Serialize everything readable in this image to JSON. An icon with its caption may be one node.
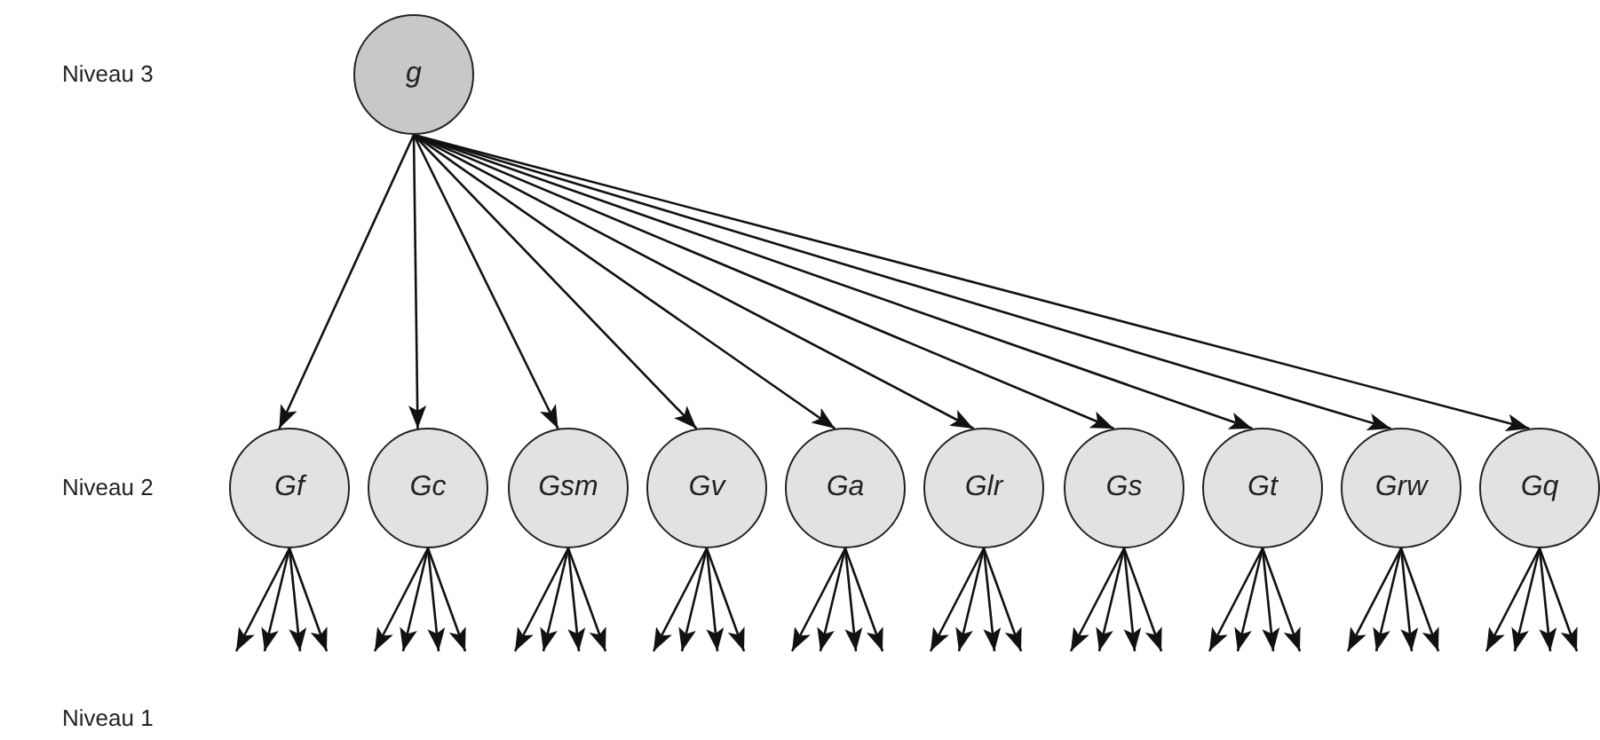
{
  "diagram": {
    "nodes": [
      {
        "text": [
          "g"
        ]
      },
      {
        "text": [
          "Gf"
        ]
      },
      {
        "text": [
          "Gc"
        ]
      },
      {
        "text": [
          "Gsm"
        ]
      },
      {
        "text": [
          "Gv"
        ]
      },
      {
        "text": [
          "Ga"
        ]
      },
      {
        "text": [
          "Glr"
        ]
      },
      {
        "text": [
          "Gs"
        ]
      },
      {
        "text": [
          "Gt"
        ]
      },
      {
        "text": [
          "Grw"
        ]
      },
      {
        "text": [
          "Gq"
        ]
      }
    ],
    "edges": [
      {
        "from": 0,
        "to": 1,
        "arrow": "to"
      },
      {
        "from": 0,
        "to": 2,
        "arrow": "to"
      },
      {
        "from": 0,
        "to": 3,
        "arrow": "to"
      },
      {
        "from": 0,
        "to": 4,
        "arrow": "to"
      },
      {
        "from": 0,
        "to": 5,
        "arrow": "to"
      },
      {
        "from": 0,
        "to": 6,
        "arrow": "to"
      },
      {
        "from": 0,
        "to": 7,
        "arrow": "to"
      },
      {
        "from": 0,
        "to": 8,
        "arrow": "to"
      },
      {
        "from": 0,
        "to": 9,
        "arrow": "to"
      },
      {
        "from": 0,
        "to": 10,
        "arrow": "to"
      },
      {
        "from": 1,
        "to": null,
        "arrow": "to"
      },
      {
        "from": 1,
        "to": null,
        "arrow": "to"
      },
      {
        "from": 1,
        "to": null,
        "arrow": "to"
      },
      {
        "from": 1,
        "to": null,
        "arrow": "to"
      },
      {
        "from": 2,
        "to": null,
        "arrow": "to"
      },
      {
        "from": 2,
        "to": null,
        "arrow": "to"
      },
      {
        "from": 2,
        "to": null,
        "arrow": "to"
      },
      {
        "from": 2,
        "to": null,
        "arrow": "to"
      },
      {
        "from": 3,
        "to": null,
        "arrow": "to"
      },
      {
        "from": 3,
        "to": null,
        "arrow": "to"
      },
      {
        "from": 3,
        "to": null,
        "arrow": "to"
      },
      {
        "from": 3,
        "to": null,
        "arrow": "to"
      },
      {
        "from": 4,
        "to": null,
        "arrow": "to"
      },
      {
        "from": 4,
        "to": null,
        "arrow": "to"
      },
      {
        "from": 4,
        "to": null,
        "arrow": "to"
      },
      {
        "from": 4,
        "to": null,
        "arrow": "to"
      },
      {
        "from": 5,
        "to": null,
        "arrow": "to"
      },
      {
        "from": 5,
        "to": null,
        "arrow": "to"
      },
      {
        "from": 5,
        "to": null,
        "arrow": "to"
      },
      {
        "from": 5,
        "to": null,
        "arrow": "to"
      },
      {
        "from": 6,
        "to": null,
        "arrow": "to"
      },
      {
        "from": 6,
        "to": null,
        "arrow": "to"
      },
      {
        "from": 6,
        "to": null,
        "arrow": "to"
      },
      {
        "from": 6,
        "to": null,
        "arrow": "to"
      },
      {
        "from": 7,
        "to": null,
        "arrow": "to"
      },
      {
        "from": 7,
        "to": null,
        "arrow": "to"
      },
      {
        "from": 7,
        "to": null,
        "arrow": "to"
      },
      {
        "from": 7,
        "to": null,
        "arrow": "to"
      },
      {
        "from": 8,
        "to": null,
        "arrow": "to"
      },
      {
        "from": 8,
        "to": null,
        "arrow": "to"
      },
      {
        "from": 8,
        "to": null,
        "arrow": "to"
      },
      {
        "from": 8,
        "to": null,
        "arrow": "to"
      },
      {
        "from": 9,
        "to": null,
        "arrow": "to"
      },
      {
        "from": 9,
        "to": null,
        "arrow": "to"
      },
      {
        "from": 9,
        "to": null,
        "arrow": "to"
      },
      {
        "from": 9,
        "to": null,
        "arrow": "to"
      },
      {
        "from": 10,
        "to": null,
        "arrow": "to"
      },
      {
        "from": 10,
        "to": null,
        "arrow": "to"
      },
      {
        "from": 10,
        "to": null,
        "arrow": "to"
      },
      {
        "from": 10,
        "to": null,
        "arrow": "to"
      }
    ],
    "labels": [
      "Niveau 3",
      "Niveau 2",
      "Niveau 1"
    ]
  }
}
